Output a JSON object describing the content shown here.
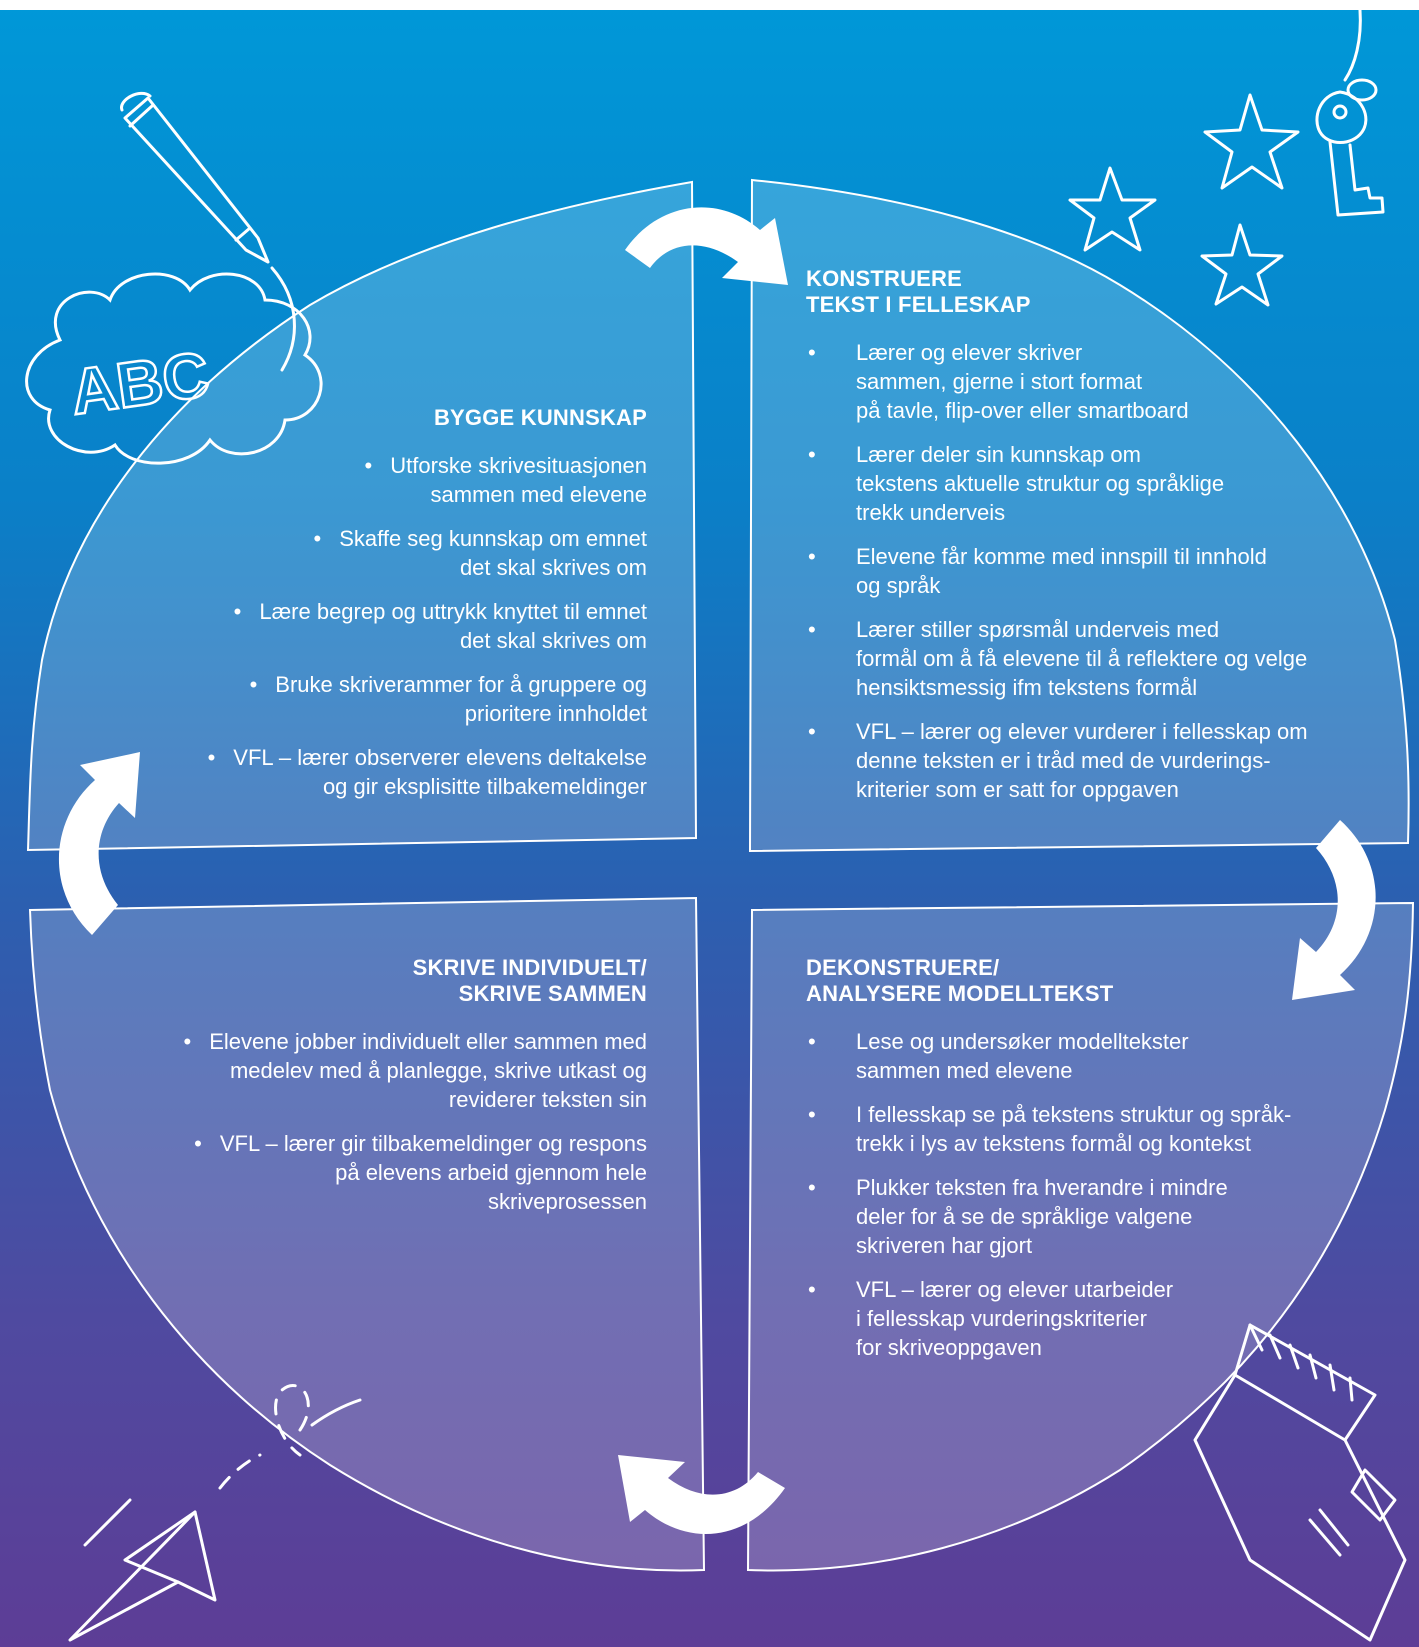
{
  "quadrants": {
    "top_left": {
      "title": "BYGGE KUNNSKAP",
      "items": [
        [
          "Utforske skrivesituasjonen",
          "sammen med elevene"
        ],
        [
          "Skaffe seg kunnskap om emnet",
          "det skal skrives om"
        ],
        [
          "Lære begrep og uttrykk knyttet til emnet",
          "det skal skrives om"
        ],
        [
          "Bruke skriverammer for å gruppere og",
          "prioritere innholdet"
        ],
        [
          "VFL – lærer observerer elevens deltakelse",
          "og gir eksplisitte tilbakemeldinger"
        ]
      ]
    },
    "top_right": {
      "title_lines": [
        "KONSTRUERE",
        "TEKST I FELLESKAP"
      ],
      "items": [
        [
          "Lærer og elever skriver",
          "sammen, gjerne i stort format",
          "på tavle, flip-over eller smartboard"
        ],
        [
          "Lærer deler sin kunnskap om",
          "tekstens aktuelle struktur og språklige",
          "trekk underveis"
        ],
        [
          "Elevene får komme med innspill til innhold",
          "og språk"
        ],
        [
          "Lærer stiller spørsmål underveis med",
          "formål om å få elevene til å reflektere og velge",
          "hensiktsmessig ifm tekstens formål"
        ],
        [
          "VFL – lærer og elever vurderer i fellesskap om",
          "denne teksten er i tråd med de vurderings-",
          "kriterier som er satt for oppgaven"
        ]
      ]
    },
    "bottom_left": {
      "title_lines": [
        "SKRIVE INDIVIDUELT/",
        "SKRIVE SAMMEN"
      ],
      "items": [
        [
          "Elevene jobber individuelt eller sammen med",
          "medelev med å planlegge, skrive utkast og",
          "reviderer teksten sin"
        ],
        [
          "VFL – lærer gir tilbakemeldinger og respons",
          "på elevens arbeid gjennom hele",
          "skriveprosessen"
        ]
      ]
    },
    "bottom_right": {
      "title_lines": [
        "DEKONSTRUERE/",
        "ANALYSERE MODELLTEKST"
      ],
      "items": [
        [
          "Lese og undersøker modelltekster",
          "sammen med elevene"
        ],
        [
          "I fellesskap se på tekstens struktur og språk-",
          "trekk i lys av tekstens formål og kontekst"
        ],
        [
          "Plukker teksten fra hverandre i mindre",
          "deler for å se de språklige valgene",
          "skriveren har gjort"
        ],
        [
          "VFL – lærer og elever utarbeider",
          "i fellesskap vurderingskriterier",
          "for skriveoppgaven"
        ]
      ]
    }
  },
  "doodles": {
    "cloud_text": "ABC",
    "icons": [
      "pencil-icon",
      "cloud-icon",
      "star-icon",
      "key-icon",
      "book-icon",
      "paper-plane-icon",
      "cycle-arrow-icon"
    ]
  },
  "colors": {
    "background_top": "#0098d8",
    "background_bottom": "#5d3d96",
    "panel_fill": "rgba(255,255,255,0.18)",
    "stroke": "#ffffff"
  }
}
